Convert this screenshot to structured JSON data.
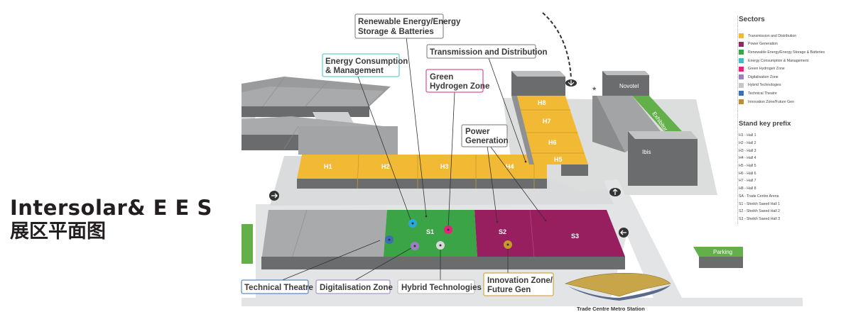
{
  "title": {
    "line1": "Intersolar& E E S",
    "line2": "展区平面图"
  },
  "map": {
    "halls": {
      "h1": "H1",
      "h2": "H2",
      "h3": "H3",
      "h4": "H4",
      "h5": "H5",
      "h6": "H6",
      "h7": "H7",
      "h8": "H8",
      "s1": "S1",
      "s2": "S2",
      "s3": "S3"
    },
    "buildings": {
      "novotel": "Novotel",
      "ibis": "Ibis",
      "parking": "Parking",
      "street_parking": "Exhibitor street parking",
      "metro": "Trade Centre Metro Station"
    },
    "callouts": {
      "renewable_1": "Renewable Energy/Energy",
      "renewable_2": "Storage & Batteries",
      "transmission": "Transmission and Distribution",
      "energy_cons_1": "Energy Consumption",
      "energy_cons_2": "& Management",
      "green_h_1": "Green",
      "green_h_2": "Hydrogen Zone",
      "power_1": "Power",
      "power_2": "Generation",
      "technical": "Technical Theatre",
      "digital": "Digitalisation Zone",
      "hybrid": "Hybrid Technologies",
      "innovation_1": "Innovation Zone/",
      "innovation_2": "Future Gen"
    },
    "markers": {
      "asterisk": "*"
    }
  },
  "legend": {
    "sectors_title": "Sectors",
    "sectors": [
      {
        "label": "Transmission and Distribution",
        "color": "#f2b935"
      },
      {
        "label": "Power Generation",
        "color": "#9a2262"
      },
      {
        "label": "Renewable Energy/Energy Storage & Batteries",
        "color": "#3aa446"
      },
      {
        "label": "Energy Consumption & Management",
        "color": "#3cbec8"
      },
      {
        "label": "Green Hydrogen Zone",
        "color": "#e0267a"
      },
      {
        "label": "Digitalisation Zone",
        "color": "#9b7fc2"
      },
      {
        "label": "Hybrid Technologies",
        "color": "#c6c7c9"
      },
      {
        "label": "Technical Theatre",
        "color": "#3b6fb8"
      },
      {
        "label": "Innovation Zone/Future Gen",
        "color": "#b8902e"
      }
    ],
    "stand_title": "Stand key prefix",
    "stand_keys": [
      "H1  -  Hall 1",
      "H2  -  Hall 2",
      "H3  -  Hall 3",
      "H4  -  Hall 4",
      "H5  -  Hall 5",
      "H6  -  Hall 6",
      "H7  -  Hall 7",
      "H8  -  Hall 8",
      "SA  -  Trade Centre Arena",
      "S1  -  Sheikh Saeed Hall 1",
      "S2  -  Sheikh Saeed Hall 2",
      "S3  -  Sheikh Saeed Hall 3"
    ]
  }
}
